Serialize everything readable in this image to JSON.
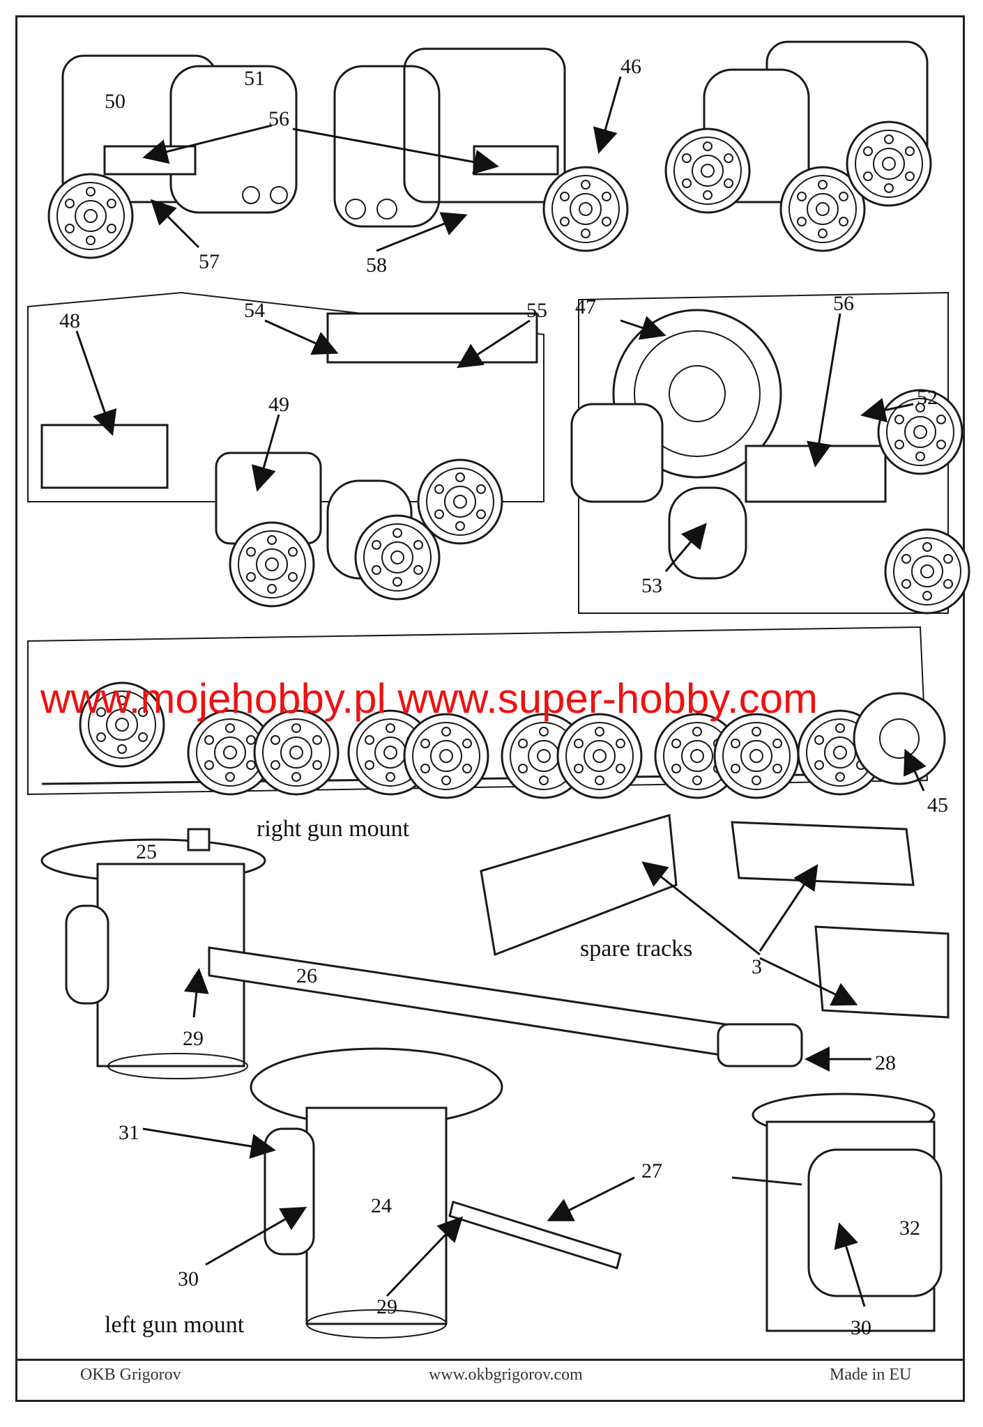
{
  "labels": {
    "p50": "50",
    "p51": "51",
    "p56a": "56",
    "p46": "46",
    "p57": "57",
    "p58": "58",
    "p48": "48",
    "p54": "54",
    "p55": "55",
    "p49": "49",
    "p47": "47",
    "p56b": "56",
    "p52": "52",
    "p53": "53",
    "p45": "45",
    "p25": "25",
    "p26": "26",
    "p29a": "29",
    "p28": "28",
    "p3": "3",
    "p31": "31",
    "p24": "24",
    "p30a": "30",
    "p29b": "29",
    "p27": "27",
    "p32": "32",
    "p30b": "30"
  },
  "captions": {
    "right_gun_mount": "right gun mount",
    "spare_tracks": "spare tracks",
    "left_gun_mount": "left gun mount"
  },
  "watermark": "www.mojehobby.pl www.super-hobby.com",
  "footer": {
    "left": "OKB Grigorov",
    "center": "www.okbgrigorov.com",
    "right": "Made in EU"
  },
  "colors": {
    "watermark": "#ee1111",
    "ink": "#111111"
  }
}
